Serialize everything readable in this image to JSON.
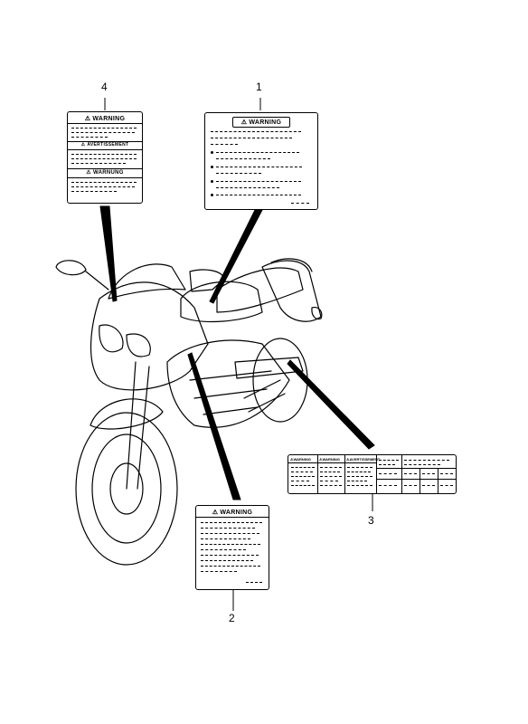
{
  "callouts": {
    "c1": "1",
    "c2": "2",
    "c3": "3",
    "c4": "4"
  },
  "labels": {
    "label1": {
      "heading": "WARNING"
    },
    "label2": {
      "heading": "WARNING"
    },
    "label3": {
      "heading_a": "WARNING",
      "heading_b": "WARNING",
      "heading_c": "AVERTISSEMENT"
    },
    "label4": {
      "heading_a": "WARNING",
      "heading_b": "AVERTISSEMENT",
      "heading_c": "WARNUNG"
    }
  },
  "icons": {
    "warning": "warning-triangle-icon"
  }
}
